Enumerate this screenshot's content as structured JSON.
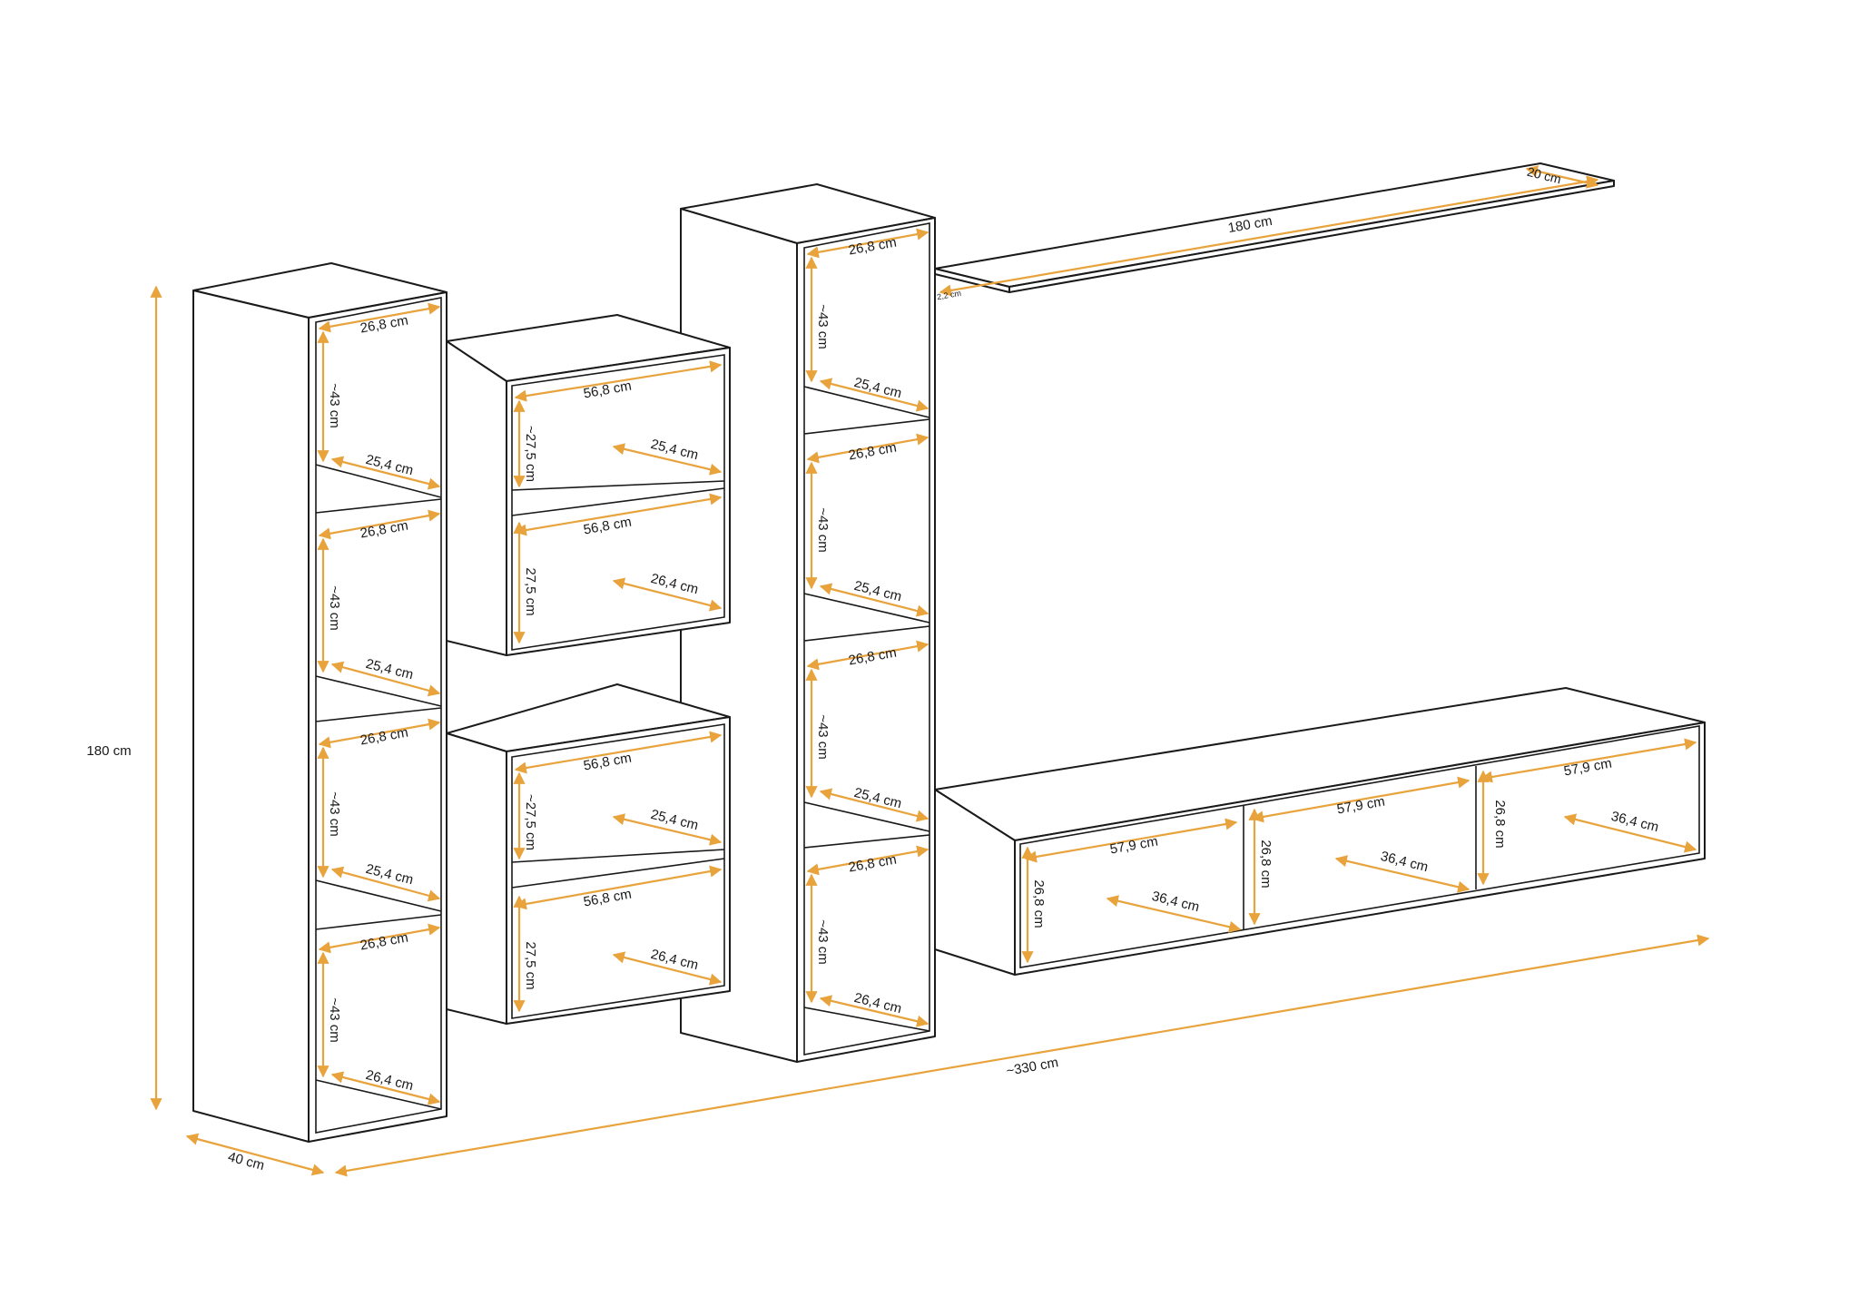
{
  "colors": {
    "dimension_line": "#e8a33c",
    "outline": "#1a1a1a",
    "background": "#ffffff"
  },
  "dimensions": {
    "overall_height": "180 cm",
    "overall_depth": "40 cm",
    "overall_width": "~330 cm",
    "shelf_length": "180 cm",
    "shelf_depth": "20 cm",
    "shelf_thickness": "2,2 cm",
    "tall_a": {
      "w1": "26,8 cm",
      "h1": "~43 cm",
      "d1": "25,4 cm",
      "w2": "26,8 cm",
      "h2": "~43 cm",
      "d2": "25,4 cm",
      "w3": "26,8 cm",
      "h3": "~43 cm",
      "d3": "25,4 cm",
      "w4": "26,8 cm",
      "h4": "~43 cm",
      "d4": "26,4 cm"
    },
    "tall_b": {
      "w1": "26,8 cm",
      "h1": "~43 cm",
      "d1": "25,4 cm",
      "w2": "26,8 cm",
      "h2": "~43 cm",
      "d2": "25,4 cm",
      "w3": "26,8 cm",
      "h3": "~43 cm",
      "d3": "25,4 cm",
      "w4": "26,8 cm",
      "h4": "~43 cm",
      "d4": "26,4 cm"
    },
    "cab_top": {
      "w1": "56,8 cm",
      "h1": "~27,5 cm",
      "d1": "25,4 cm",
      "w2": "56,8 cm",
      "h2": "27,5 cm",
      "d2": "26,4 cm"
    },
    "cab_bottom": {
      "w1": "56,8 cm",
      "h1": "~27,5 cm",
      "d1": "25,4 cm",
      "w2": "56,8 cm",
      "h2": "27,5 cm",
      "d2": "26,4 cm"
    },
    "tv_unit": {
      "w1": "57,9 cm",
      "h1": "26,8 cm",
      "d1": "36,4 cm",
      "w2": "57,9 cm",
      "h2": "26,8 cm",
      "d2": "36,4 cm",
      "w3": "57,9 cm",
      "h3": "26,8 cm",
      "d3": "36,4 cm"
    }
  }
}
